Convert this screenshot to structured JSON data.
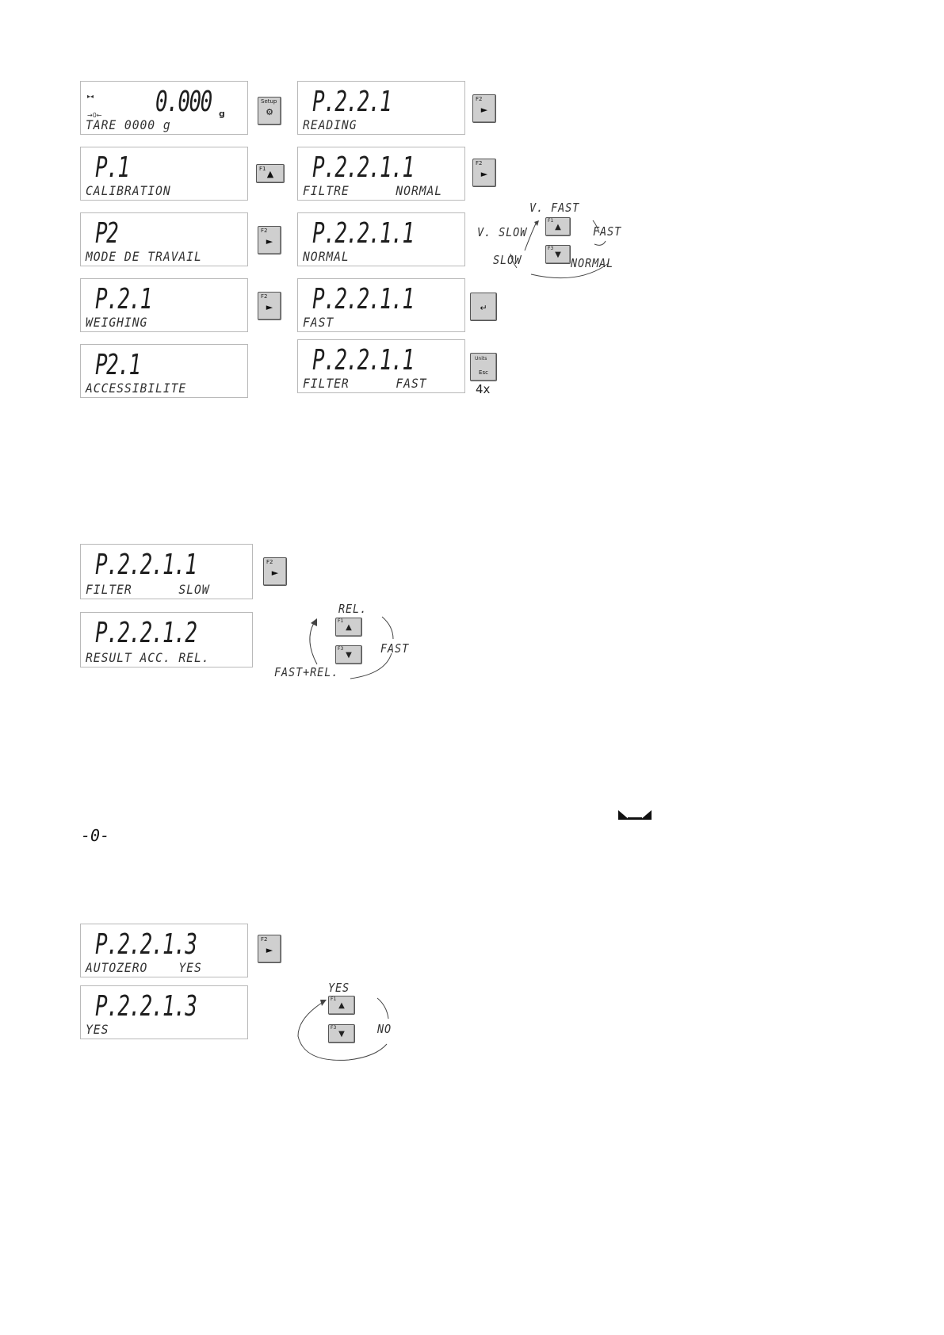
{
  "section1": {
    "left_panels": [
      {
        "big": "0.000",
        "sub": "TARE 0000 g",
        "unit": "g"
      },
      {
        "big": "P.1",
        "sub": "CALIBRATION"
      },
      {
        "big": "P2",
        "sub": "MODE DE TRAVAIL"
      },
      {
        "big": "P.2.1",
        "sub": "WEIGHING"
      },
      {
        "big": "P2.1",
        "sub": "ACCESSIBILITE"
      }
    ],
    "left_keys": [
      {
        "label": "Setup",
        "sym": "⚙"
      },
      {
        "label": "F1",
        "sym": "▲"
      },
      {
        "label": "F2",
        "sym": "►"
      },
      {
        "label": "F2",
        "sym": "►"
      }
    ],
    "right_panels": [
      {
        "big": "P.2.2.1",
        "sub": "READING"
      },
      {
        "big": "P.2.2.1.1",
        "sub": "FILTRE      NORMAL"
      },
      {
        "big": "P.2.2.1.1",
        "sub": "NORMAL"
      },
      {
        "big": "P.2.2.1.1",
        "sub": "FAST"
      },
      {
        "big": "P.2.2.1.1",
        "sub": "FILTER      FAST"
      }
    ],
    "right_keys": [
      {
        "label": "F2",
        "sym": "►"
      },
      {
        "label": "F2",
        "sym": "►"
      },
      {
        "label": "",
        "sym": "↵"
      },
      {
        "label": "Units",
        "sym": "Esc"
      }
    ],
    "repeat": "4x",
    "cycle": {
      "labels": [
        "V. FAST",
        "FAST",
        "NORMAL",
        "SLOW",
        "V. SLOW"
      ],
      "key_up": {
        "label": "F1",
        "sym": "▲"
      },
      "key_down": {
        "label": "F3",
        "sym": "▼"
      }
    }
  },
  "section2": {
    "panels": [
      {
        "big": "P.2.2.1.1",
        "sub": "FILTER      SLOW"
      },
      {
        "big": "P.2.2.1.2",
        "sub": "RESULT ACC. REL."
      }
    ],
    "key": {
      "label": "F2",
      "sym": "►"
    },
    "cycle": {
      "labels": [
        "REL.",
        "FAST",
        "FAST+REL."
      ],
      "key_up": {
        "label": "F1",
        "sym": "▲"
      },
      "key_down": {
        "label": "F3",
        "sym": "▼"
      }
    }
  },
  "symbols": {
    "zero": "-0-"
  },
  "section3": {
    "panels": [
      {
        "big": "P.2.2.1.3",
        "sub": "AUTOZERO    YES"
      },
      {
        "big": "P.2.2.1.3",
        "sub": "YES"
      }
    ],
    "key": {
      "label": "F2",
      "sym": "►"
    },
    "cycle": {
      "labels": [
        "YES",
        "NO"
      ],
      "key_up": {
        "label": "F1",
        "sym": "▲"
      },
      "key_down": {
        "label": "F3",
        "sym": "▼"
      }
    }
  }
}
